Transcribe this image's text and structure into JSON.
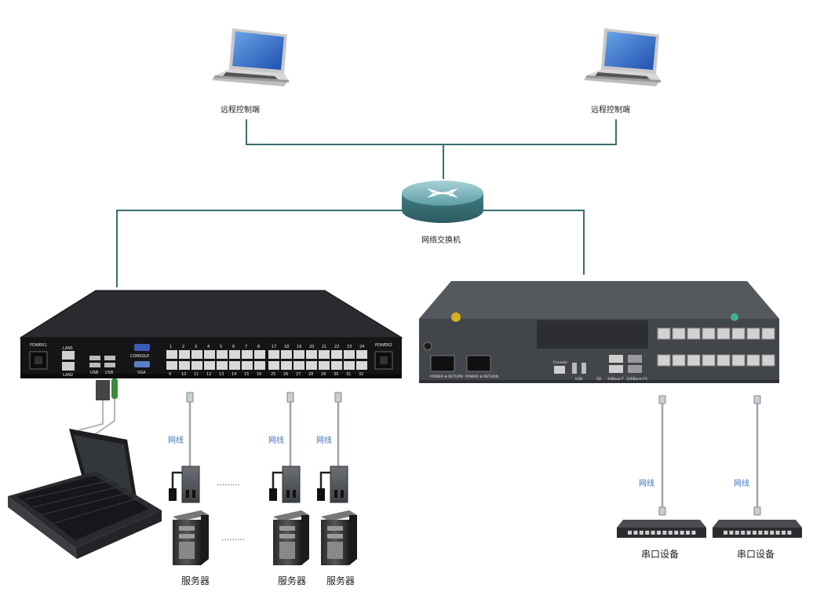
{
  "labels": {
    "remote_left": "远程控制端",
    "remote_right": "远程控制端",
    "switch": "网络交换机",
    "server": "服务器",
    "serial_device": "串口设备",
    "cable": "网线",
    "dots": "………"
  },
  "kvm_panel": {
    "power1": "POWER1",
    "power2": "POWER2",
    "lan1": "LAN1",
    "lan2": "LAN2",
    "usb": "USB",
    "console": "CONSOLE",
    "vga": "VGA",
    "ports_top_a": [
      "1",
      "2",
      "3",
      "4",
      "5",
      "6",
      "7",
      "8"
    ],
    "ports_bottom_a": [
      "9",
      "10",
      "11",
      "12",
      "13",
      "14",
      "15",
      "16"
    ],
    "ports_top_b": [
      "17",
      "18",
      "19",
      "20",
      "21",
      "22",
      "23",
      "24"
    ],
    "ports_bottom_b": [
      "25",
      "26",
      "27",
      "28",
      "29",
      "30",
      "31",
      "32"
    ]
  },
  "serial_panel": {
    "power_return": "POWER ⊕ RETURN",
    "console": "Console",
    "usb": "USB",
    "sd": "SD",
    "base_t": "10Base-T",
    "base_fx": "100Base-FX"
  },
  "colors": {
    "line": "#3a6e6e",
    "device_dark": "#1c1c1e",
    "device_gray": "#3f4246",
    "router": "#4f8f95",
    "cable_label": "#3d73b8"
  }
}
